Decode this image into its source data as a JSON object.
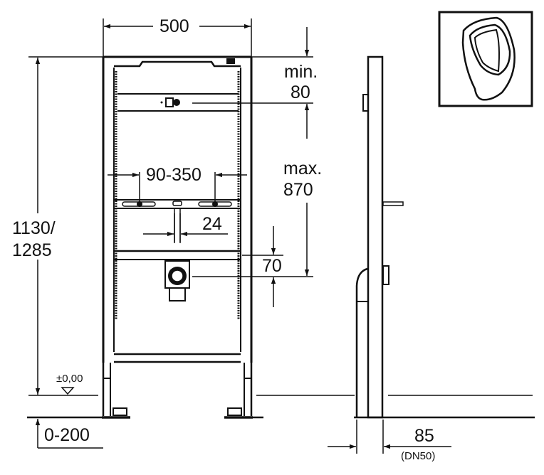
{
  "diagram": {
    "type": "technical-installation-drawing",
    "subject": "urinal mounting frame",
    "line_color": "#111111",
    "background": "#ffffff"
  },
  "dimensions": {
    "frame_width": "500",
    "frame_height_line1": "1130/",
    "frame_height_line2": "1285",
    "top_clearance_line1": "min.",
    "top_clearance_line2": "80",
    "inlet_height_line1": "max.",
    "inlet_height_line2": "870",
    "bracket_spacing": "90-350",
    "inlet_pipe_width": "24",
    "outlet_offset": "70",
    "floor_level": "±0,00",
    "floor_build_height": "0-200",
    "outlet_depth": "85",
    "outlet_spec": "(DN50)"
  },
  "icon": {
    "name": "urinal-icon",
    "description": "wall-hung urinal pictogram"
  }
}
